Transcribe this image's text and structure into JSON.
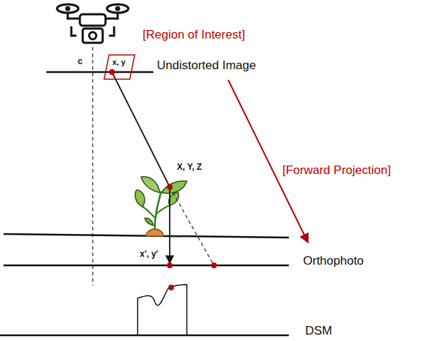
{
  "diagram": {
    "nodes": [
      {
        "text": [
          "x, y"
        ]
      }
    ],
    "labels": [
      "[Region of Interest]",
      "c",
      "Undistorted Image",
      "X, Y, Z",
      "[Forward Projection]",
      "x', y'",
      "Orthophoto",
      "DSM"
    ]
  }
}
